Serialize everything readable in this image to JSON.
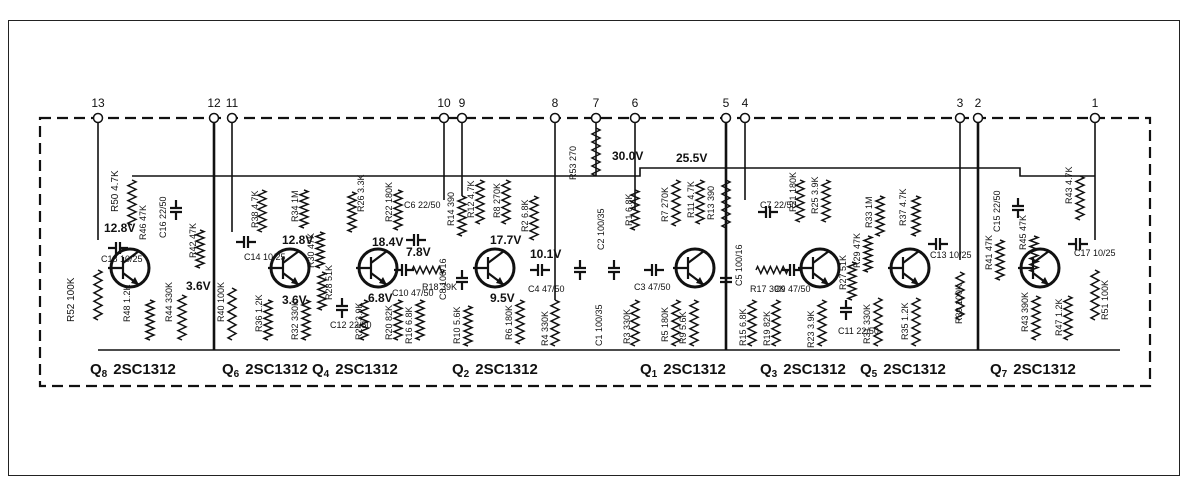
{
  "terminals": [
    "13",
    "12",
    "11",
    "10",
    "9",
    "8",
    "7",
    "6",
    "5",
    "4",
    "3",
    "2",
    "1"
  ],
  "transistors": [
    {
      "id": "q8",
      "name": "Q8",
      "type": "2SC1312"
    },
    {
      "id": "q6",
      "name": "Q6",
      "type": "2SC1312"
    },
    {
      "id": "q4",
      "name": "Q4",
      "type": "2SC1312"
    },
    {
      "id": "q2",
      "name": "Q2",
      "type": "2SC1312"
    },
    {
      "id": "q1",
      "name": "Q1",
      "type": "2SC1312"
    },
    {
      "id": "q3",
      "name": "Q3",
      "type": "2SC1312"
    },
    {
      "id": "q5",
      "name": "Q5",
      "type": "2SC1312"
    },
    {
      "id": "q7",
      "name": "Q7",
      "type": "2SC1312"
    }
  ],
  "voltages": [
    "12.8V",
    "3.6V",
    "12.8V",
    "3.6V",
    "18.4V",
    "7.8V",
    "6.8V",
    "17.7V",
    "10.1V",
    "9.5V",
    "30.0V",
    "25.5V"
  ],
  "components": [
    "R52 100K",
    "R50 4.7K",
    "C16 22/50",
    "C18 10/25",
    "R46 47K",
    "R42 47K",
    "R48 1.2K",
    "R44 330K",
    "R40 100K",
    "R38 4.7K",
    "R34 1M",
    "C14 10/25",
    "R30 47K",
    "R36 1.2K",
    "R32 330K",
    "R28 51K",
    "C12 22/50",
    "R26 3.3K",
    "R22 180K",
    "C6 22/50",
    "C10 47/50",
    "R18 39K",
    "R24 3.9K",
    "R20 82K",
    "R16 6.8K",
    "R14 390",
    "R12 4.7K",
    "R8 270K",
    "R2 6.8K",
    "C8 100/16",
    "R10 5.6K",
    "R6 180K",
    "C4 47/50",
    "R4 330K",
    "R53 270",
    "C2 100/35",
    "C1 100/35",
    "R1 6.8K",
    "R7 270K",
    "R11 4.7K",
    "R13 390",
    "C3 47/50",
    "R3 330K",
    "R5 180K",
    "R9 5.6K",
    "C5 100/16",
    "C7 22/50",
    "R17 39K",
    "C9 47/50",
    "R15 6.8K",
    "R19 82K",
    "R21 180K",
    "R25 3.9K",
    "R23 3.9K",
    "R27 51K",
    "C11 22/50",
    "R33 1M",
    "R37 4.7K",
    "R29 47K",
    "C13 10/25",
    "R31 330K",
    "R35 1.2K",
    "R39 100K",
    "C15 22/50",
    "R45 47K",
    "R43 4.7K",
    "C17 10/25",
    "R41 47K",
    "R43 390K",
    "R47 1.2K",
    "R51 100K"
  ]
}
